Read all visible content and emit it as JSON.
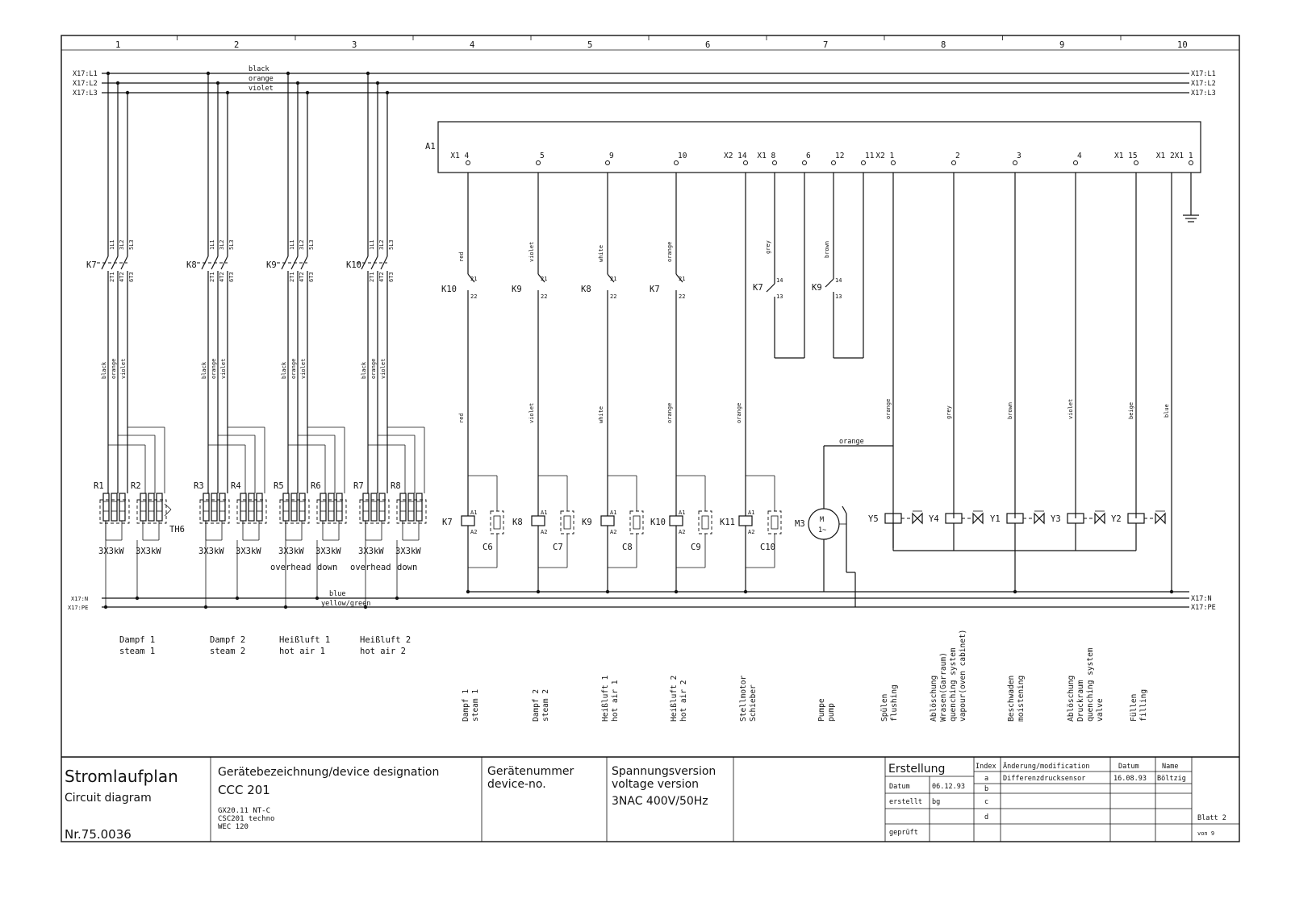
{
  "columns": [
    "1",
    "2",
    "3",
    "4",
    "5",
    "6",
    "7",
    "8",
    "9",
    "10"
  ],
  "bus_top": {
    "left_labels": [
      "X17:L1",
      "X17:L2",
      "X17:L3"
    ],
    "right_labels": [
      "X17:L1",
      "X17:L2",
      "X17:L3"
    ],
    "wire_colors": [
      "black",
      "orange",
      "violet"
    ]
  },
  "bus_bottom": {
    "left_labels": [
      "X17:N",
      "X17:PE"
    ],
    "right_labels": [
      "X17:N",
      "X17:PE"
    ],
    "wire_colors": [
      "blue",
      "yellow/green"
    ]
  },
  "controller": {
    "name": "A1",
    "terminals": [
      {
        "id": "t4",
        "label": "X1 4"
      },
      {
        "id": "t5",
        "label": "5"
      },
      {
        "id": "t9",
        "label": "9"
      },
      {
        "id": "t10",
        "label": "10"
      },
      {
        "id": "t14",
        "label": "X2 14"
      },
      {
        "id": "t8",
        "label": "X1 8"
      },
      {
        "id": "t6",
        "label": "6"
      },
      {
        "id": "t12",
        "label": "12"
      },
      {
        "id": "t11",
        "label": "11"
      },
      {
        "id": "tx21",
        "label": "X2 1"
      },
      {
        "id": "t2",
        "label": "2"
      },
      {
        "id": "t3",
        "label": "3"
      },
      {
        "id": "t4b",
        "label": "4"
      },
      {
        "id": "t15",
        "label": "X1 15"
      },
      {
        "id": "tx12",
        "label": "X1 2X1 1"
      }
    ]
  },
  "power_circuits": [
    {
      "contactor": "K7",
      "heaters": [
        "R1",
        "R2"
      ],
      "ratings": [
        "3X3kW",
        "3X3kW"
      ],
      "sensor": "TH6",
      "caption": [
        "Dampf 1",
        "steam 1"
      ],
      "sub": [
        "",
        ""
      ]
    },
    {
      "contactor": "K8",
      "heaters": [
        "R3",
        "R4"
      ],
      "ratings": [
        "3X3kW",
        "3X3kW"
      ],
      "sensor": "",
      "caption": [
        "Dampf 2",
        "steam 2"
      ],
      "sub": [
        "",
        ""
      ]
    },
    {
      "contactor": "K9",
      "heaters": [
        "R5",
        "R6"
      ],
      "ratings": [
        "3X3kW",
        "3X3kW"
      ],
      "sensor": "",
      "caption": [
        "Heißluft 1",
        "hot air 1"
      ],
      "sub": [
        "overhead",
        "down"
      ]
    },
    {
      "contactor": "K10",
      "heaters": [
        "R7",
        "R8"
      ],
      "ratings": [
        "3X3kW",
        "3X3kW"
      ],
      "sensor": "",
      "caption": [
        "Heißluft 2",
        "hot air 2"
      ],
      "sub": [
        "overhead",
        "down"
      ]
    }
  ],
  "contact_terms": [
    "1L1",
    "3L2",
    "5L3",
    "2T1",
    "4T2",
    "6T3"
  ],
  "power_wire_colors": [
    "black",
    "orange",
    "violet"
  ],
  "coil_circuits": [
    {
      "interlock": "K10",
      "coil": "K7",
      "cap": "C6",
      "color": "red",
      "caption": [
        "Dampf 1",
        "steam 1"
      ]
    },
    {
      "interlock": "K9",
      "coil": "K8",
      "cap": "C7",
      "color": "violet",
      "caption": [
        "Dampf 2",
        "steam 2"
      ]
    },
    {
      "interlock": "K8",
      "coil": "K9",
      "cap": "C8",
      "color": "white",
      "caption": [
        "Heißluft 1",
        "hot air 1"
      ]
    },
    {
      "interlock": "K7",
      "coil": "K10",
      "cap": "C9",
      "color": "orange",
      "caption": [
        "Heißluft 2",
        "hot air 2"
      ]
    },
    {
      "interlock": "",
      "coil": "K11",
      "cap": "C10",
      "color": "orange",
      "caption": [
        "Stellmotor",
        "Schieber"
      ]
    }
  ],
  "coil_terms": {
    "nc_top": "21",
    "nc_bot": "22",
    "no_top": "14",
    "no_bot": "13",
    "a1": "A1",
    "a2": "A2"
  },
  "feedback_contacts": [
    {
      "name": "K7",
      "color": "grey"
    },
    {
      "name": "K9",
      "color": "brown"
    }
  ],
  "pump": {
    "name": "M3",
    "symbol": [
      "M",
      "1~"
    ],
    "wire": "orange",
    "caption": [
      "Pumpe",
      "pump"
    ]
  },
  "valves": [
    {
      "name": "Y5",
      "color": "orange",
      "caption": [
        "Spülen",
        "flushing"
      ]
    },
    {
      "name": "Y4",
      "color": "grey",
      "caption": [
        "Ablöschung",
        "Wrasen(Garraum)",
        "quenching system",
        "vapour(oven cabinet)"
      ]
    },
    {
      "name": "Y1",
      "color": "brown",
      "caption": [
        "Beschwaden",
        "moistening"
      ]
    },
    {
      "name": "Y3",
      "color": "violet",
      "caption": [
        "Ablöschung",
        "Druckraum",
        "quenching system",
        "valve"
      ]
    },
    {
      "name": "Y2",
      "color": "beige",
      "caption": [
        "Füllen",
        "filling"
      ]
    }
  ],
  "ground_wire": "blue",
  "title_block": {
    "title_de": "Stromlaufplan",
    "title_en": "Circuit diagram",
    "number": "Nr.75.0036",
    "designation_label": "Gerätebezeichnung/device designation",
    "designation_value": "CCC 201",
    "designation_lines": [
      "GX20.11 NT-C",
      "CSC201 techno",
      "WEC 120"
    ],
    "device_no_label": [
      "Gerätenummer",
      "device-no."
    ],
    "voltage_label": [
      "Spannungsversion",
      "voltage version"
    ],
    "voltage_value": "3NAC 400V/50Hz",
    "creation_label": "Erstellung",
    "date_label": "Datum",
    "date_value": "06.12.93",
    "created_label": "erstellt",
    "created_value": "bg",
    "checked_label": "geprüft",
    "revision_headers": [
      "Index",
      "Änderung/modification",
      "Datum",
      "Name"
    ],
    "revisions": [
      {
        "index": "a",
        "text": "Differenzdrucksensor",
        "date": "16.08.93",
        "name": "Böltzig"
      },
      {
        "index": "b",
        "text": "",
        "date": "",
        "name": ""
      },
      {
        "index": "c",
        "text": "",
        "date": "",
        "name": ""
      },
      {
        "index": "d",
        "text": "",
        "date": "",
        "name": ""
      }
    ],
    "sheet_label": "Blatt 2",
    "sheet_of": "von 9"
  }
}
